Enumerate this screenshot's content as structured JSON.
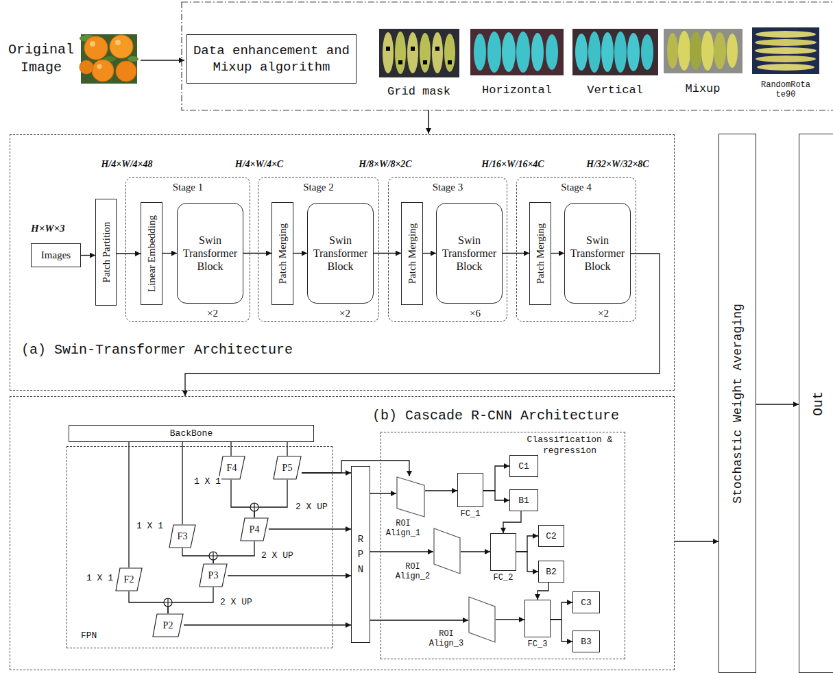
{
  "diagram": {
    "nodes": [
      {
        "text": [
          "Data enhancement and Mixup algorithm"
        ]
      },
      {
        "text": [
          "(a) Swin-Transformer Architecture"
        ]
      },
      {
        "text": [
          "Images"
        ],
        "in": 1
      },
      {
        "text": [
          "Patch Partition"
        ],
        "in": 1
      },
      {
        "text": [
          "Stage 1",
          "×2"
        ],
        "in": 1
      },
      {
        "text": [
          "Linear Embedding"
        ],
        "in": 4
      },
      {
        "text": [
          "Swin Transformer Block"
        ],
        "in": 4
      },
      {
        "text": [
          "Stage 2",
          "×2"
        ],
        "in": 1
      },
      {
        "text": [
          "Patch Merging"
        ],
        "in": 7
      },
      {
        "text": [
          "Swin Transformer Block"
        ],
        "in": 7
      },
      {
        "text": [
          "Stage 3",
          "×6"
        ],
        "in": 1
      },
      {
        "text": [
          "Patch Merging"
        ],
        "in": 10
      },
      {
        "text": [
          "Swin Transformer Block"
        ],
        "in": 10
      },
      {
        "text": [
          "Stage 4",
          "×2"
        ],
        "in": 1
      },
      {
        "text": [
          "Patch Merging"
        ],
        "in": 13
      },
      {
        "text": [
          "Swin Transformer Block"
        ],
        "in": 13
      },
      {
        "text": [
          "(b) Cascade R-CNN Architecture"
        ]
      },
      {
        "text": [
          "BackBone"
        ],
        "in": 16
      },
      {
        "text": [
          "FPN"
        ],
        "in": 16
      },
      {
        "text": [
          "F4"
        ],
        "in": 18
      },
      {
        "text": [
          "P5"
        ],
        "in": 18
      },
      {
        "text": [
          "F3"
        ],
        "in": 18
      },
      {
        "text": [
          "P4"
        ],
        "in": 18
      },
      {
        "text": [
          "F2"
        ],
        "in": 18
      },
      {
        "text": [
          "P3"
        ],
        "in": 18
      },
      {
        "text": [
          "P2"
        ],
        "in": 18
      },
      {
        "text": [
          "Classification & regression"
        ],
        "in": 16
      },
      {
        "text": [
          "RPN"
        ],
        "in": 16
      },
      {
        "text": [
          "ROI Align_1"
        ],
        "in": 26
      },
      {
        "text": [
          "FC_1"
        ],
        "in": 26
      },
      {
        "text": [
          "C1"
        ],
        "in": 26
      },
      {
        "text": [
          "B1"
        ],
        "in": 26
      },
      {
        "text": [
          "ROI Align_2"
        ],
        "in": 26
      },
      {
        "text": [
          "FC_2"
        ],
        "in": 26
      },
      {
        "text": [
          "C2"
        ],
        "in": 26
      },
      {
        "text": [
          "B2"
        ],
        "in": 26
      },
      {
        "text": [
          "ROI Align_3"
        ],
        "in": 26
      },
      {
        "text": [
          "FC_3"
        ],
        "in": 26
      },
      {
        "text": [
          "C3"
        ],
        "in": 26
      },
      {
        "text": [
          "B3"
        ],
        "in": 26
      },
      {
        "text": [
          "Stochastic Weight Averaging"
        ]
      },
      {
        "text": [
          "Out"
        ]
      }
    ],
    "edges": [
      {
        "from": 2,
        "to": 3,
        "arrow": "to"
      },
      {
        "from": 3,
        "to": 5,
        "arrow": "to"
      },
      {
        "from": 5,
        "to": 6,
        "arrow": "to"
      },
      {
        "from": 6,
        "to": 8,
        "arrow": "to"
      },
      {
        "from": 8,
        "to": 9,
        "arrow": "to"
      },
      {
        "from": 9,
        "to": 11,
        "arrow": "to"
      },
      {
        "from": 11,
        "to": 12,
        "arrow": "to"
      },
      {
        "from": 12,
        "to": 14,
        "arrow": "to"
      },
      {
        "from": 14,
        "to": 15,
        "arrow": "to"
      },
      {
        "from": 15,
        "to": 16,
        "arrow": "to"
      },
      {
        "from": 17,
        "to": 23,
        "arrow": "none",
        "label": "1 X 1"
      },
      {
        "from": 17,
        "to": 21,
        "arrow": "none",
        "label": "1 X 1"
      },
      {
        "from": 17,
        "to": 19,
        "arrow": "none",
        "label": "1 X 1"
      },
      {
        "from": 17,
        "to": 20,
        "arrow": "none"
      },
      {
        "from": 19,
        "to": 22,
        "arrow": "none"
      },
      {
        "from": 20,
        "to": 22,
        "arrow": "none",
        "label": "2 X UP"
      },
      {
        "from": 21,
        "to": 24,
        "arrow": "none"
      },
      {
        "from": 22,
        "to": 24,
        "arrow": "none",
        "label": "2 X UP"
      },
      {
        "from": 23,
        "to": 25,
        "arrow": "none"
      },
      {
        "from": 24,
        "to": 25,
        "arrow": "none",
        "label": "2 X UP"
      },
      {
        "from": 20,
        "to": 27,
        "arrow": "to"
      },
      {
        "from": 20,
        "to": 28,
        "arrow": "to"
      },
      {
        "from": 22,
        "to": 27,
        "arrow": "to"
      },
      {
        "from": 24,
        "to": 27,
        "arrow": "to"
      },
      {
        "from": 25,
        "to": 27,
        "arrow": "to"
      },
      {
        "from": 27,
        "to": 28,
        "arrow": "to"
      },
      {
        "from": 27,
        "to": 32,
        "arrow": "to"
      },
      {
        "from": 27,
        "to": 36,
        "arrow": "to"
      },
      {
        "from": 28,
        "to": 29,
        "arrow": "to"
      },
      {
        "from": 29,
        "to": 30,
        "arrow": "to"
      },
      {
        "from": 29,
        "to": 31,
        "arrow": "to"
      },
      {
        "from": 31,
        "to": 33,
        "arrow": "to"
      },
      {
        "from": 32,
        "to": 33,
        "arrow": "to"
      },
      {
        "from": 33,
        "to": 34,
        "arrow": "to"
      },
      {
        "from": 33,
        "to": 35,
        "arrow": "to"
      },
      {
        "from": 35,
        "to": 37,
        "arrow": "to"
      },
      {
        "from": 36,
        "to": 37,
        "arrow": "to"
      },
      {
        "from": 37,
        "to": 38,
        "arrow": "to"
      },
      {
        "from": 37,
        "to": 39,
        "arrow": "to"
      },
      {
        "from": 16,
        "to": 40,
        "arrow": "to"
      },
      {
        "from": 40,
        "to": 41,
        "arrow": "to"
      }
    ],
    "labels": [
      "Original Image",
      "Grid mask",
      "Horizontal",
      "Vertical",
      "Mixup",
      "RandomRota te90",
      "H×W×3",
      "H/4×W/4×48",
      "H/4×W/4×C",
      "H/8×W/8×2C",
      "H/16×W/16×4C",
      "H/32×W/32×8C"
    ]
  }
}
